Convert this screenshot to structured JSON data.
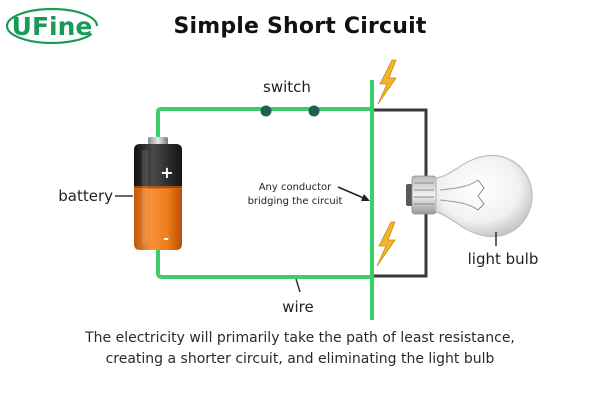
{
  "brand": {
    "name": "UFine",
    "primary_color": "#1a9a57"
  },
  "title": "Simple Short Circuit",
  "labels": {
    "switch": "switch",
    "battery": "battery",
    "battery_plus": "+",
    "battery_minus": "-",
    "conductor_line1": "Any conductor",
    "conductor_line2": "bridging the circuit",
    "light_bulb": "light bulb",
    "wire": "wire"
  },
  "caption": {
    "line1": "The electricity will primarily take the path of least resistance,",
    "line2": "creating a shorter circuit, and eliminating the light bulb"
  },
  "colors": {
    "wire_green": "#3bcf6b",
    "wire_dark": "#3a3a3a",
    "switch_dot": "#1f5f54",
    "battery_orange": "#f07c1a",
    "battery_dark": "#2a2a2a",
    "spark_yellow": "#f0b429"
  }
}
